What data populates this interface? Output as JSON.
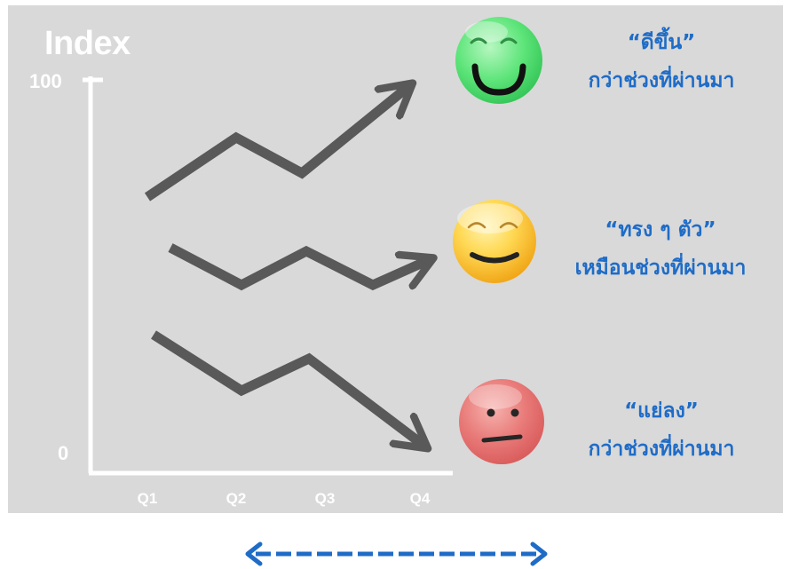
{
  "axis": {
    "title": "Index",
    "y_max": "100",
    "y_min": "0",
    "quarters": [
      "Q1",
      "Q2",
      "Q3",
      "Q4"
    ]
  },
  "outcomes": [
    {
      "quote": "“ดีขึ้น”",
      "subtitle": "กว่าช่วงที่ผ่านมา",
      "face": "smiling-face-icon",
      "color": "#5ee57a"
    },
    {
      "quote": "“ทรง ๆ ตัว”",
      "subtitle": "เหมือนช่วงที่ผ่านมา",
      "face": "content-face-icon",
      "color": "#f5b82e"
    },
    {
      "quote": "“แย่ลง”",
      "subtitle": "กว่าช่วงที่ผ่านมา",
      "face": "neutral-face-icon",
      "color": "#e87a78"
    }
  ],
  "colors": {
    "panel": "#d9d9d9",
    "trend_line": "#595959",
    "caption_text": "#1f6cc7",
    "bottom_arrow": "#1f6cc7"
  }
}
